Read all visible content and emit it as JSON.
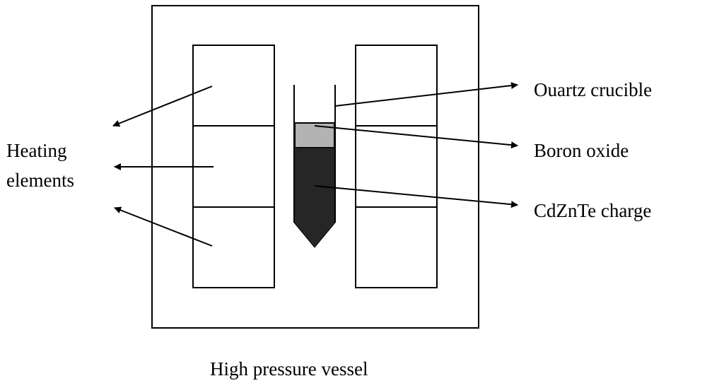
{
  "labels": {
    "heating_line1": "Heating",
    "heating_line2": "elements",
    "quartz": "Ouartz crucible",
    "boron": "Boron oxide",
    "charge": "CdZnTe charge",
    "vessel": "High pressure vessel"
  },
  "colors": {
    "stroke": "#000000",
    "boron_oxide_fill": "#b3b3b3",
    "charge_fill": "#262626",
    "background": "#ffffff"
  }
}
